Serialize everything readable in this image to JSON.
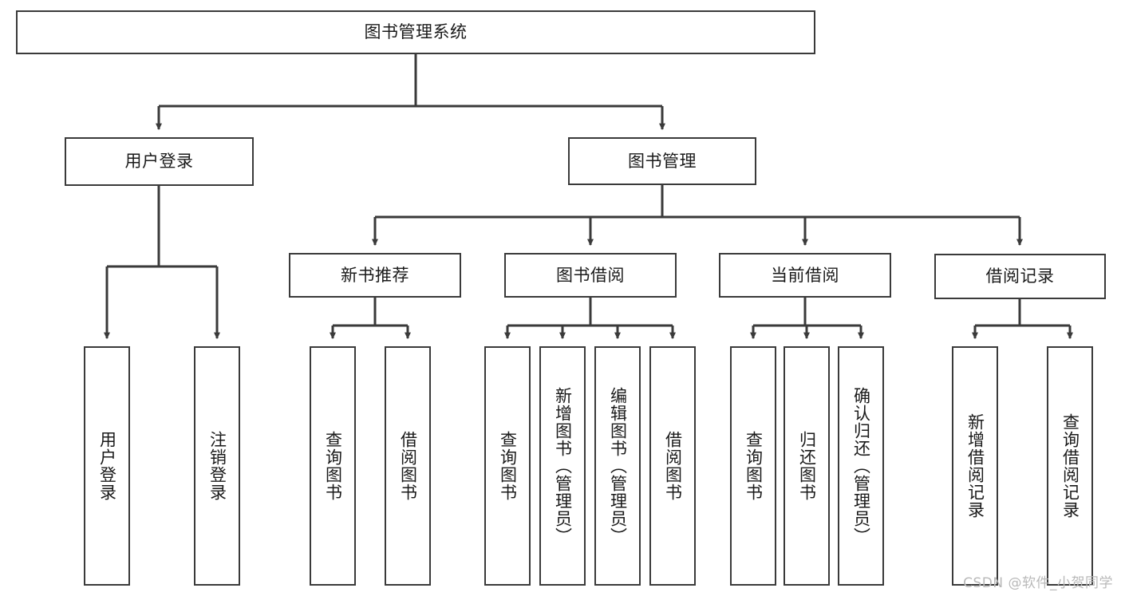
{
  "diagram": {
    "title": "图书管理系统",
    "watermark": "CSDN @软件_小贺同学",
    "colors": {
      "border": "#3a3a3a",
      "fill": "#ffffff",
      "text": "#1a1a1a",
      "edge": "#3a3a3a",
      "watermark": "#b9b9b9"
    },
    "nodes": {
      "root": "图书管理系统",
      "user_login": "用户登录",
      "book_manage": "图书管理",
      "new_book_recommend": "新书推荐",
      "book_borrow": "图书借阅",
      "current_borrow": "当前借阅",
      "borrow_record": "借阅记录",
      "leaf_user_login": "用户登录",
      "leaf_logout_login": "注销登录",
      "leaf_query_book_1": "查询图书",
      "leaf_borrow_book_1": "借阅图书",
      "leaf_query_book_2": "查询图书",
      "leaf_add_book_admin": "新增图书（管理员）",
      "leaf_edit_book_admin": "编辑图书（管理员）",
      "leaf_borrow_book_2": "借阅图书",
      "leaf_query_book_3": "查询图书",
      "leaf_return_book": "归还图书",
      "leaf_confirm_return_admin": "确认归还（管理员）",
      "leaf_add_borrow_record": "新增借阅记录",
      "leaf_query_borrow_record": "查询借阅记录"
    }
  }
}
